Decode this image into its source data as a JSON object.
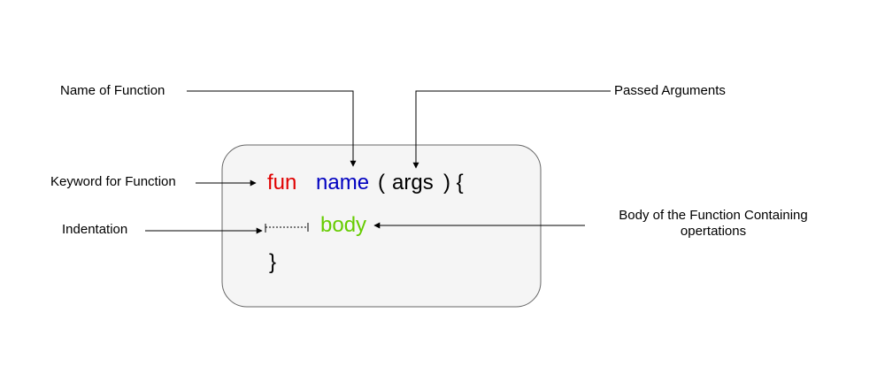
{
  "labels": {
    "name_of_function": "Name of Function",
    "passed_arguments": "Passed Arguments",
    "keyword_for_function": "Keyword for Function",
    "indentation": "Indentation",
    "body_description_line1": "Body of the Function Containing",
    "body_description_line2": "opertations"
  },
  "code": {
    "keyword": "fun",
    "name": "name",
    "open_paren": "(",
    "args": "args",
    "close_paren_brace": ") {",
    "body": "body",
    "closing_brace": "}"
  },
  "colors": {
    "keyword": "#e00000",
    "name": "#0000c0",
    "body": "#66cc00",
    "box_fill": "#f5f5f5",
    "box_stroke": "#666666",
    "arrow": "#000000"
  }
}
